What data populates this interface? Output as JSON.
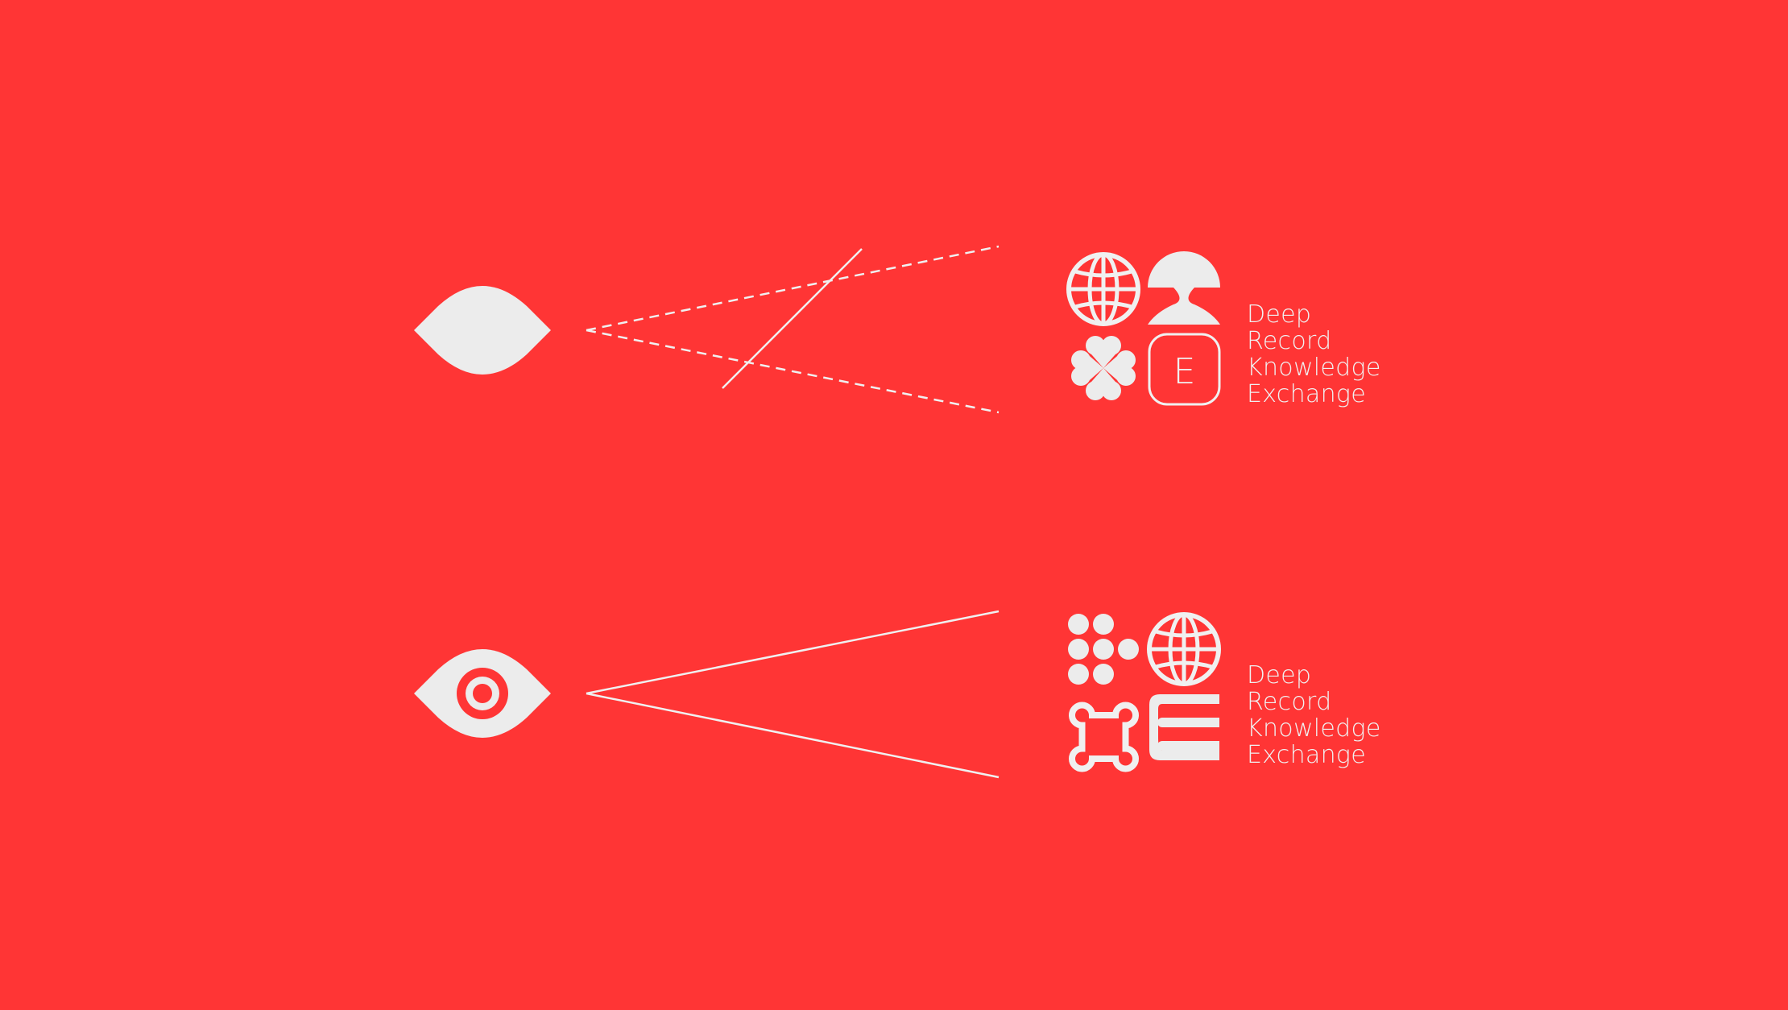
{
  "colors": {
    "background": "#ff3535",
    "foreground": "#f0f0f0"
  },
  "top_logo": {
    "wordmark": [
      "Deep",
      "Record",
      "Knowledge",
      "Exchange"
    ],
    "tile_letter": "E",
    "icons": [
      "globe-icon",
      "bust-icon",
      "flower-icon",
      "letter-e-tile-icon"
    ]
  },
  "bottom_logo": {
    "wordmark": [
      "Deep",
      "Record",
      "Knowledge",
      "Exchange"
    ],
    "icons": [
      "dots-grid-icon",
      "globe-icon",
      "command-key-icon",
      "stacked-bars-icon"
    ]
  }
}
